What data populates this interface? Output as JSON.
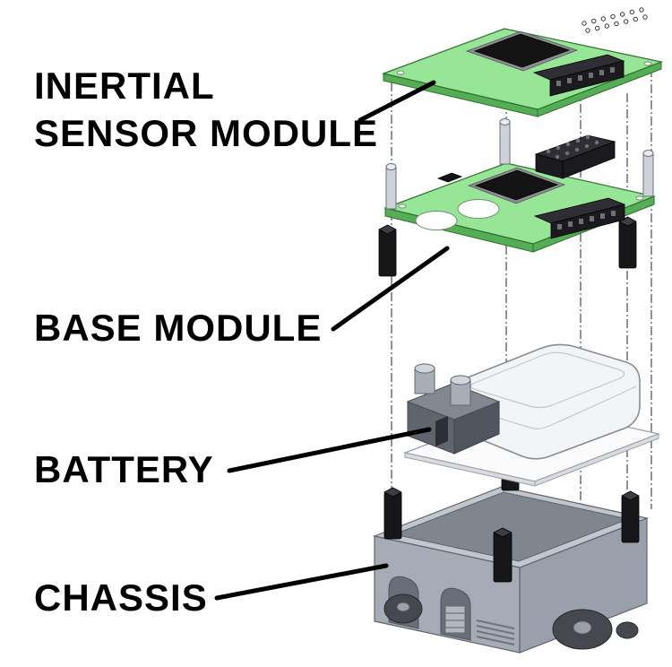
{
  "figure": {
    "type": "exploded-assembly-diagram"
  },
  "labels": {
    "inertial_sensor_module": {
      "line1": "INERTIAL",
      "line2": "SENSOR MODULE"
    },
    "base_module": "BASE MODULE",
    "battery": "BATTERY",
    "chassis": "CHASSIS"
  },
  "parts": [
    "inertial-sensor-module",
    "base-module",
    "battery",
    "chassis"
  ],
  "colors": {
    "pcb_top": "#97e597",
    "pcb_side": "#55ad55",
    "chip_black": "#141414",
    "header_black": "#1b1b1f",
    "standoff_silver": "#cdd1d8",
    "spacer_black": "#17171a",
    "battery_body": "#f3f4f6",
    "battery_plate": "#fbfbfc",
    "chassis_top": "#c2c6ce",
    "chassis_front": "#a7abb5",
    "chassis_side": "#9aa0ab",
    "wheel_dark": "#45494f",
    "label_text": "#000000"
  }
}
